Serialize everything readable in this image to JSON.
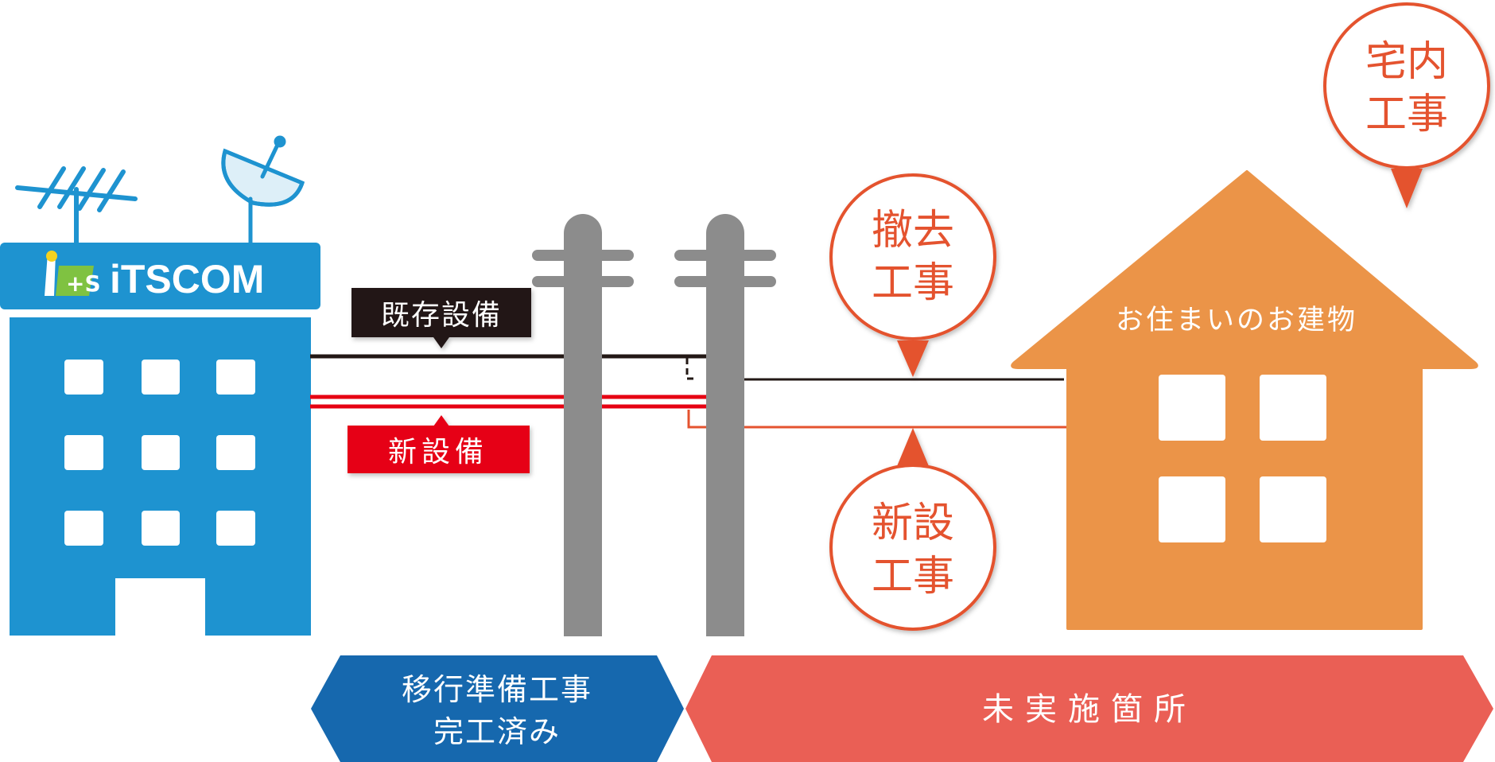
{
  "building": {
    "logo_text": "iTSCOM"
  },
  "lines": {
    "existing_label": "既存設備",
    "new_label": "新設備"
  },
  "bubbles": {
    "removal": {
      "line1": "撤去",
      "line2": "工事"
    },
    "new_install": {
      "line1": "新設",
      "line2": "工事"
    },
    "indoor": {
      "line1": "宅内",
      "line2": "工事"
    }
  },
  "house": {
    "label": "お住まいのお建物"
  },
  "status": {
    "done": {
      "line1": "移行準備工事",
      "line2": "完工済み"
    },
    "pending": {
      "label": "未実施箇所"
    }
  },
  "colors": {
    "building_blue": "#1e93d0",
    "pole_gray": "#8c8c8c",
    "house_orange": "#eb9448",
    "accent_red": "#e4532f",
    "new_line_red": "#e60012",
    "done_blue": "#1668ae",
    "pending_red": "#ea5f55"
  }
}
